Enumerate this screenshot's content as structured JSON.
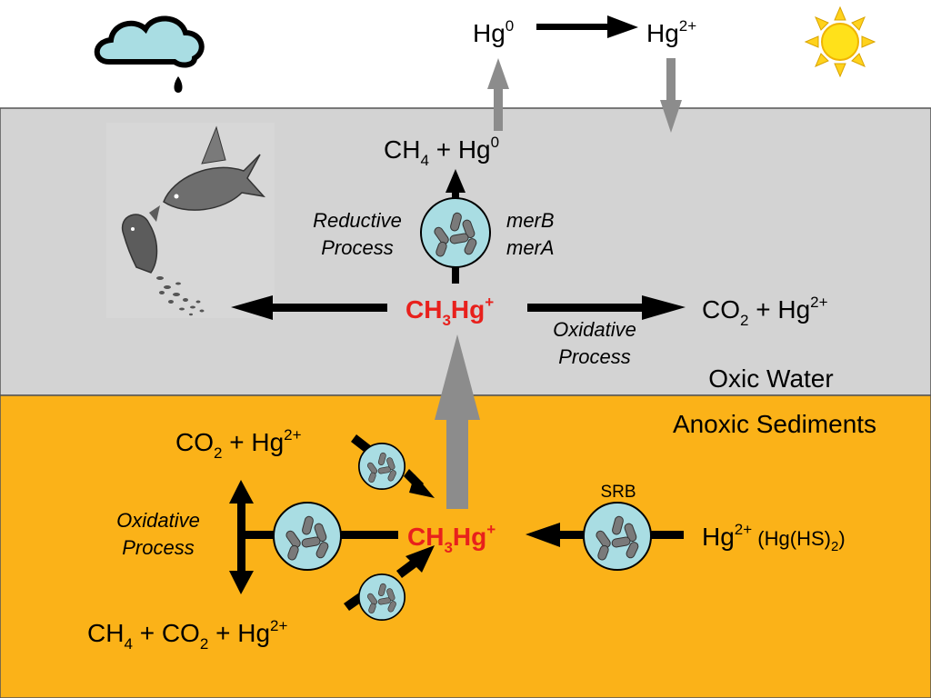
{
  "colors": {
    "oxic_water": "#d3d3d3",
    "anoxic_sediment": "#fbb218",
    "methylmercury": "#e8201c",
    "microbe_fill": "#a9dde3",
    "grey_arrow": "#8c8c8c"
  },
  "icons": [
    "rain-cloud-icon",
    "sun-icon",
    "fish-icon",
    "microbe-icon"
  ],
  "atmosphere": {
    "left": {
      "base": "Hg",
      "sup": "0"
    },
    "right": {
      "base": "Hg",
      "sup": "2+"
    }
  },
  "zones": {
    "oxic": "Oxic Water",
    "anoxic": "Anoxic Sediments"
  },
  "oxic": {
    "top_product": {
      "a": "CH",
      "a_sub": "4",
      "op": " + Hg",
      "sup": "0"
    },
    "reductive": {
      "line1": "Reductive",
      "line2": "Process"
    },
    "genes": {
      "line1": "merB",
      "line2": "merA"
    },
    "center": {
      "a": "CH",
      "sub": "3",
      "b": "Hg",
      "sup": "+"
    },
    "right_product": {
      "a": "CO",
      "sub": "2",
      "op": " + Hg",
      "sup": "2+"
    },
    "oxidative": {
      "line1": "Oxidative",
      "line2": "Process"
    }
  },
  "anoxic": {
    "upper_left": {
      "a": "CO",
      "sub": "2",
      "op": " + Hg",
      "sup": "2+"
    },
    "oxidative": {
      "line1": "Oxidative",
      "line2": "Process"
    },
    "center": {
      "a": "CH",
      "sub": "3",
      "b": "Hg",
      "sup": "+"
    },
    "srb": "SRB",
    "right_source": {
      "a": "Hg",
      "sup": "2+",
      "paren": " (Hg(HS)",
      "paren_sub": "2",
      "paren_end": ")"
    },
    "lower_left": {
      "a": "CH",
      "a_sub": "4",
      "op1": " + CO",
      "op1_sub": "2",
      "op2": " + Hg",
      "sup": "2+"
    }
  }
}
